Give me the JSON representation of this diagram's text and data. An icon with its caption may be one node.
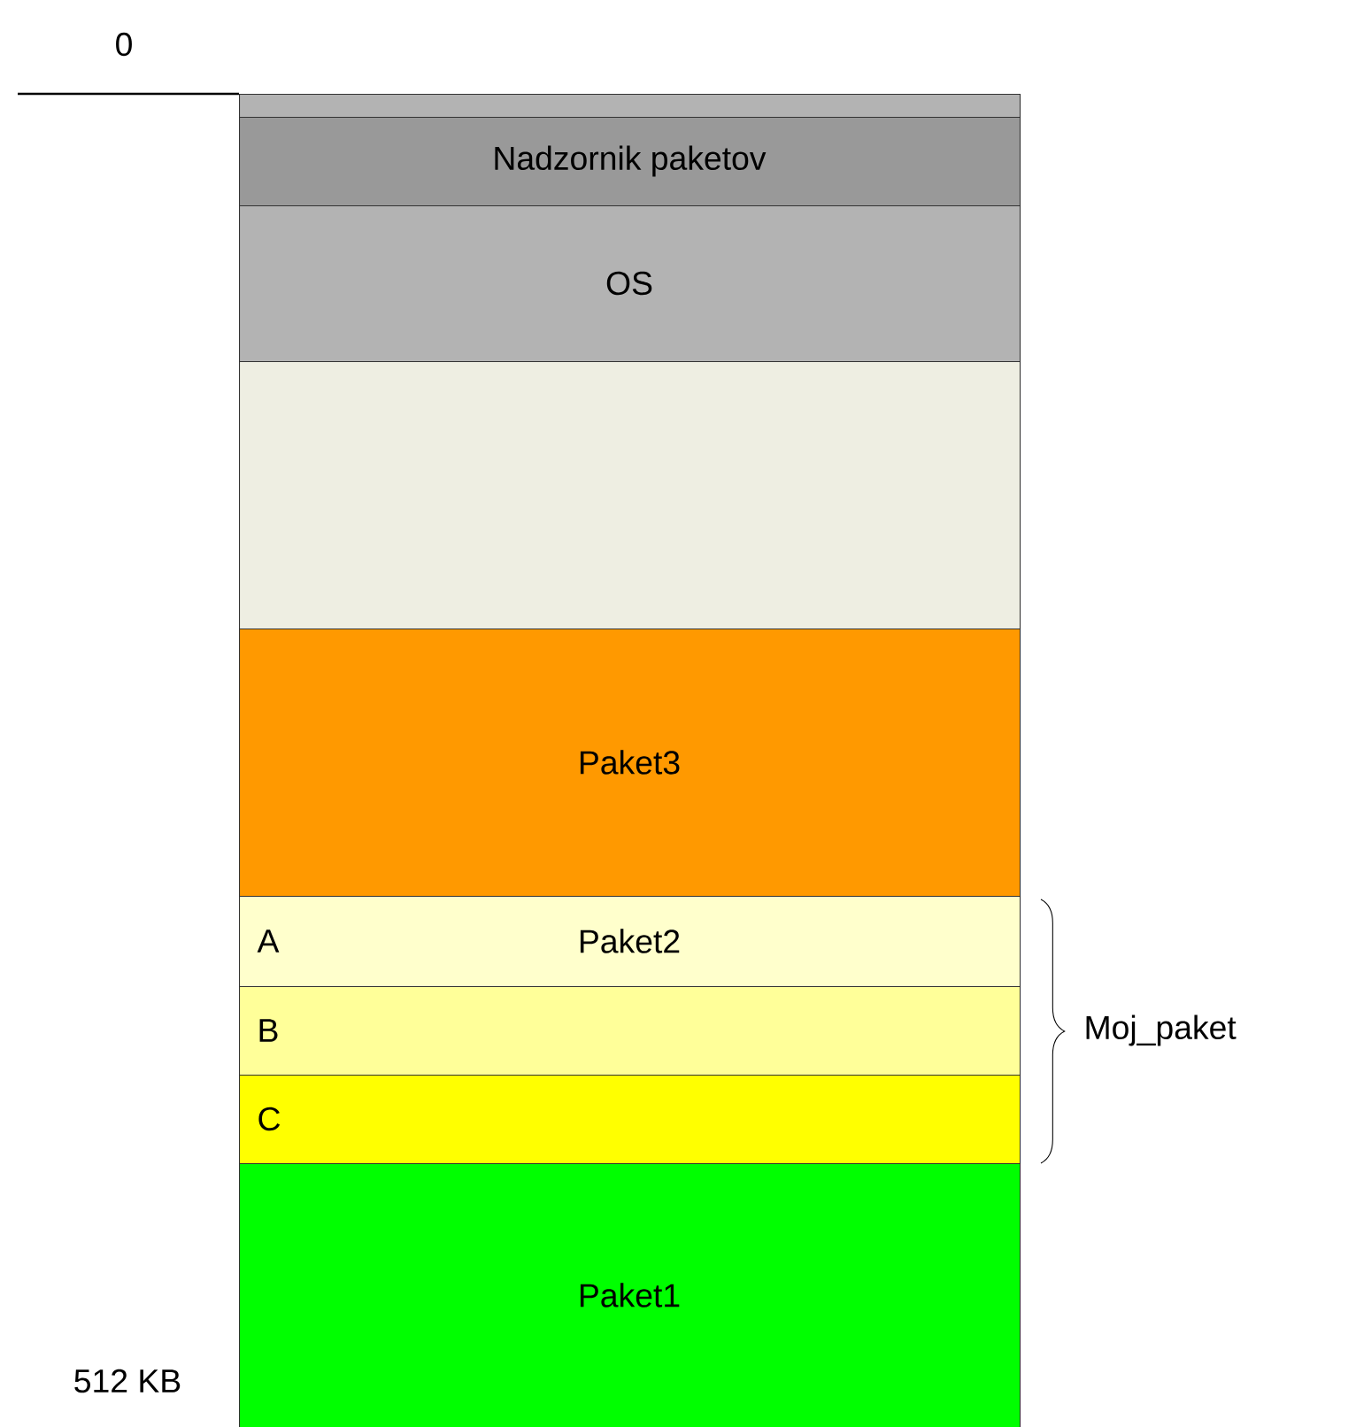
{
  "diagram": {
    "nodes": [
      {
        "text": [],
        "shape": "box"
      },
      {
        "text": [
          "Nadzornik paketov"
        ]
      },
      {
        "text": [
          "OS"
        ]
      },
      {
        "text": [],
        "shape": "box"
      },
      {
        "text": [
          "Paket3"
        ]
      },
      {
        "text": [
          "A",
          "Paket2"
        ]
      },
      {
        "text": [
          "B"
        ]
      },
      {
        "text": [
          "C"
        ]
      },
      {
        "text": [
          "Paket1"
        ]
      }
    ],
    "labels": [
      "0",
      "512 KB",
      "Moj_paket"
    ]
  }
}
